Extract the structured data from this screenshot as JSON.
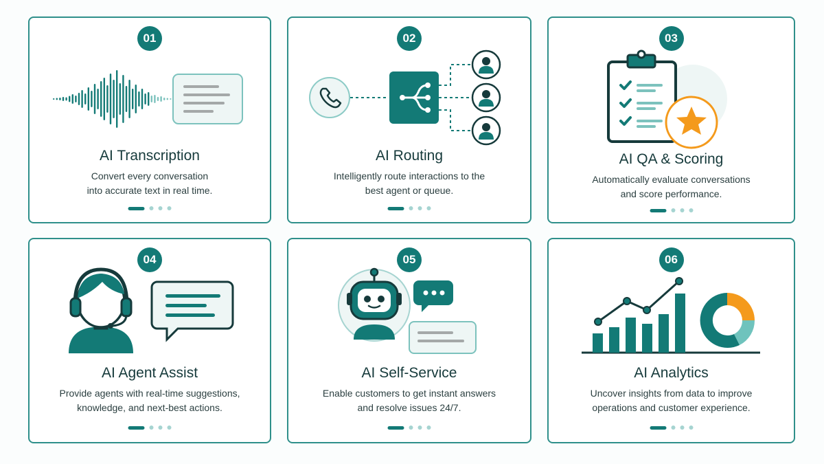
{
  "colors": {
    "primary": "#137a76",
    "light": "#a6d4d1",
    "accent": "#f49a1c",
    "border": "#2e8f8a"
  },
  "cards": [
    {
      "number": "01",
      "title": "AI Transcription",
      "desc": [
        "Convert every conversation",
        "into accurate text in real time."
      ],
      "icon": "waveform-transcript-icon"
    },
    {
      "number": "02",
      "title": "AI Routing",
      "desc": [
        "Intelligently route interactions to the",
        "best agent or queue."
      ],
      "icon": "call-routing-icon"
    },
    {
      "number": "03",
      "title": "AI QA & Scoring",
      "desc": [
        "Automatically evaluate conversations",
        "and score performance."
      ],
      "icon": "clipboard-star-icon"
    },
    {
      "number": "04",
      "title": "AI Agent Assist",
      "desc": [
        "Provide agents with real-time suggestions,",
        "knowledge, and next-best actions."
      ],
      "icon": "headset-agent-icon"
    },
    {
      "number": "05",
      "title": "AI Self-Service",
      "desc": [
        "Enable customers to get instant answers",
        "and resolve issues 24/7."
      ],
      "icon": "chatbot-icon"
    },
    {
      "number": "06",
      "title": "AI Analytics",
      "desc": [
        "Uncover insights from data to improve",
        "operations and customer experience."
      ],
      "icon": "analytics-chart-icon"
    }
  ]
}
